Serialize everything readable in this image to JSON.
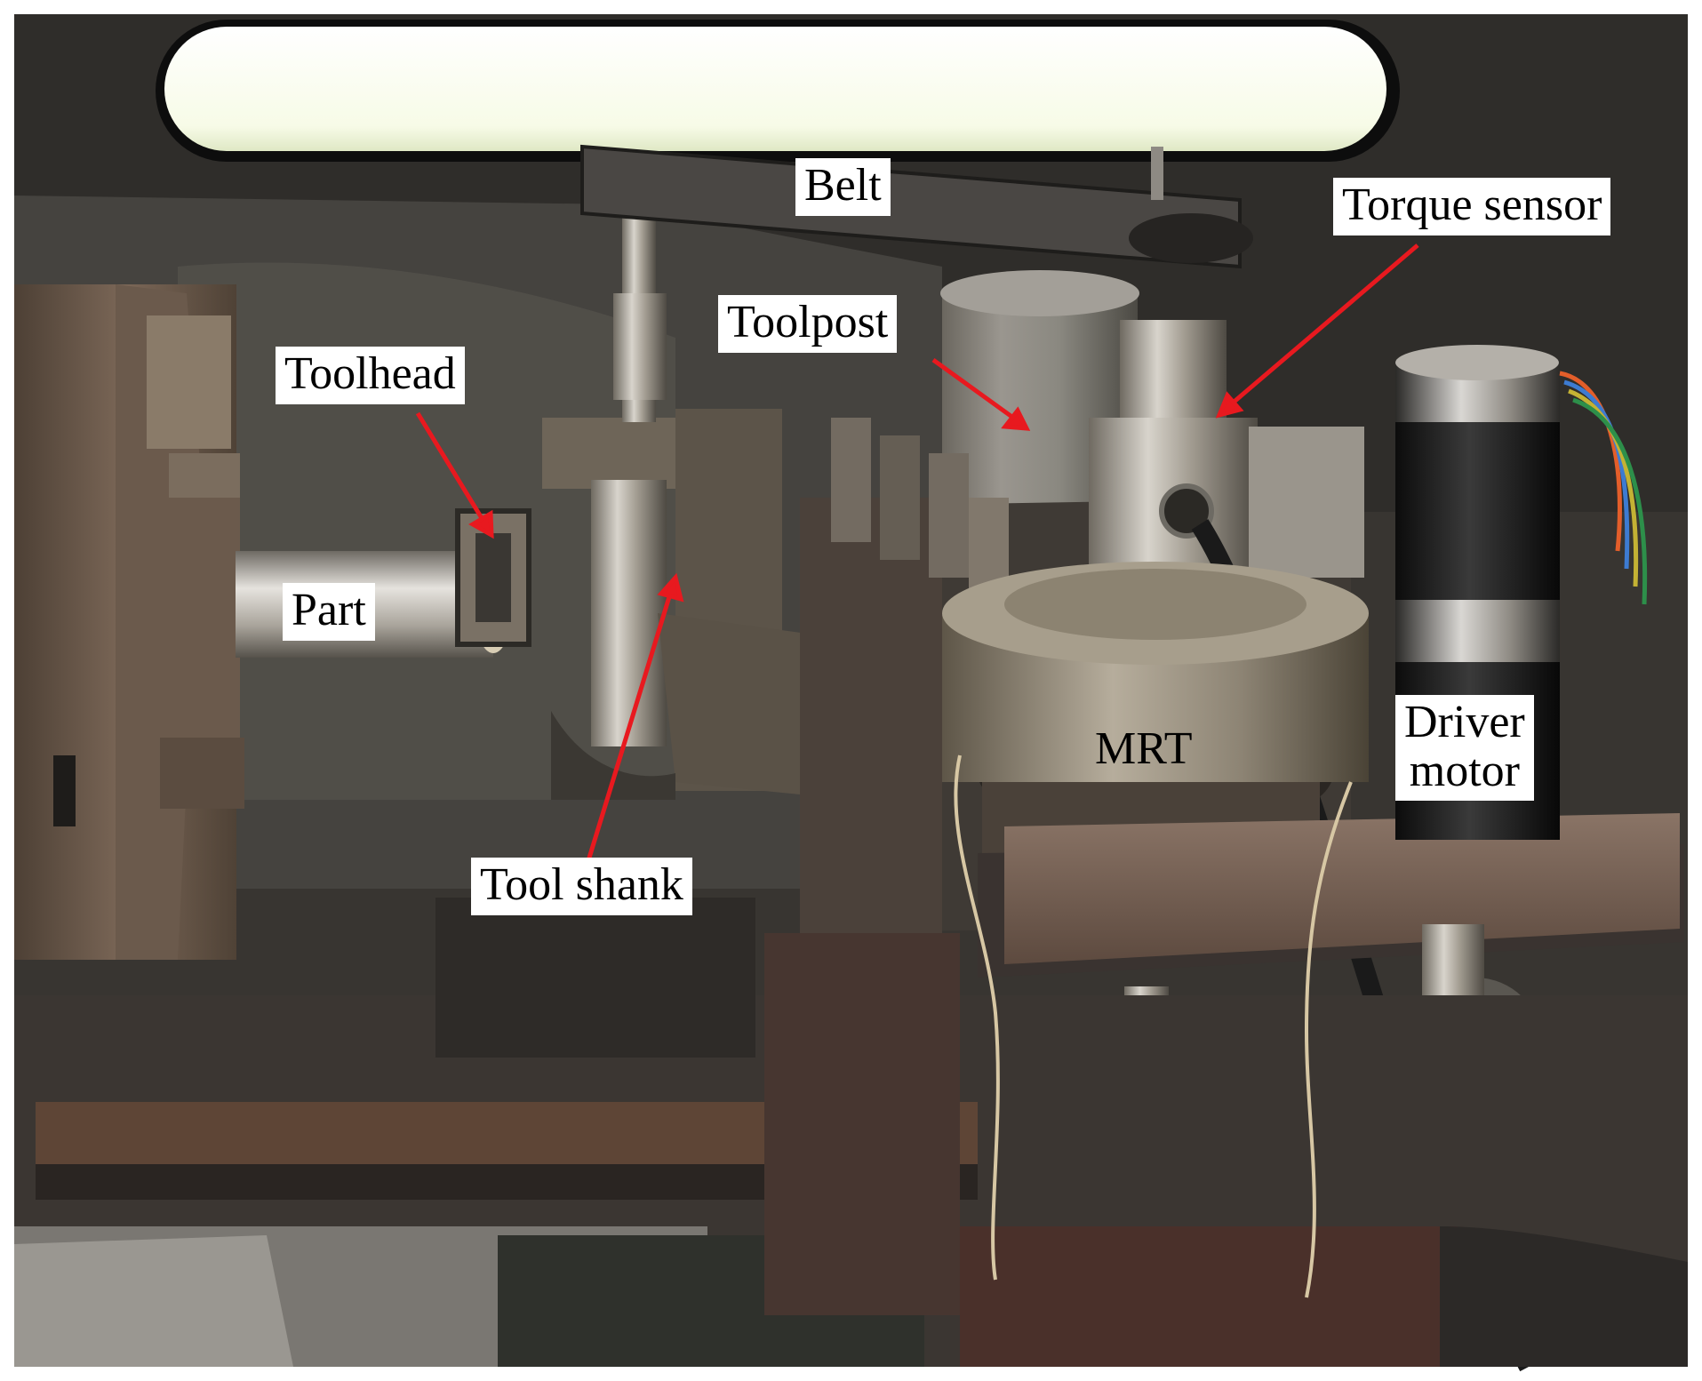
{
  "labels": {
    "belt": "Belt",
    "torque_sensor": "Torque sensor",
    "toolpost": "Toolpost",
    "toolhead": "Toolhead",
    "part": "Part",
    "tool_shank": "Tool shank",
    "mrt": "MRT",
    "driver_motor_line1": "Driver",
    "driver_motor_line2": "motor"
  },
  "colors": {
    "arrow": "#e8191f",
    "label_background": "#ffffff",
    "label_text": "#000000"
  }
}
